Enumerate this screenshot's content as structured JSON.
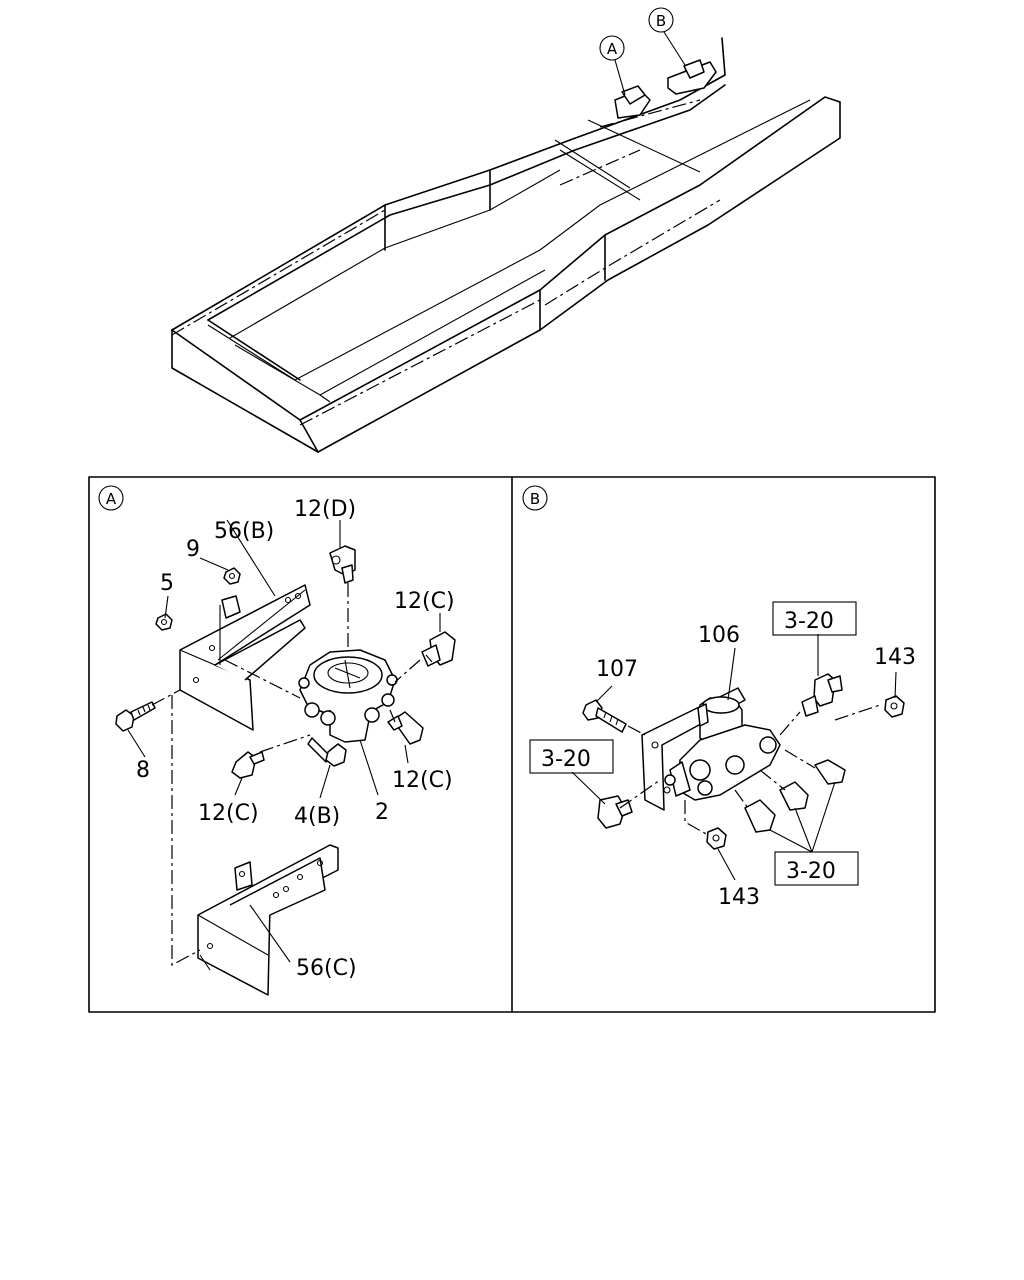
{
  "overview": {
    "callout_a": "A",
    "callout_b": "B"
  },
  "panel_a": {
    "tag": "A",
    "labels": {
      "part_56b": "56(B)",
      "part_12d": "12(D)",
      "part_9": "9",
      "part_5": "5",
      "part_12c_right_top": "12(C)",
      "part_8": "8",
      "part_12c_right_bottom": "12(C)",
      "part_12c_left": "12(C)",
      "part_4b": "4(B)",
      "part_2": "2",
      "part_56c": "56(C)"
    }
  },
  "panel_b": {
    "tag": "B",
    "labels": {
      "part_106": "106",
      "part_107": "107",
      "part_143_top": "143",
      "part_143_bottom": "143",
      "ref_3_20_top": "3-20",
      "ref_3_20_left": "3-20",
      "ref_3_20_bottom": "3-20"
    }
  }
}
